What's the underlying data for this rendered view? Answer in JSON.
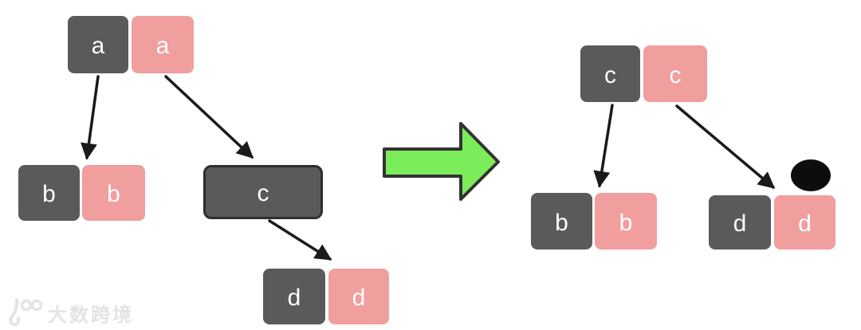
{
  "diagram": {
    "description": "tree transformation diagram",
    "left": {
      "a_dark": "a",
      "a_pink": "a",
      "b_dark": "b",
      "b_pink": "b",
      "c": "c",
      "d_dark": "d",
      "d_pink": "d",
      "edges": [
        "a->b",
        "a->c",
        "c->d"
      ]
    },
    "right": {
      "c_dark": "c",
      "c_pink": "c",
      "b_dark": "b",
      "b_pink": "b",
      "d_dark": "d",
      "d_pink": "d",
      "edges": [
        "c->b",
        "c->d"
      ],
      "marker": {
        "type": "black-ellipse",
        "color": "#0d0d0d"
      }
    }
  },
  "colors": {
    "node_dark": "#5a5a5a",
    "node_pink": "#f19e9e",
    "node_border": "#2e2e2e",
    "arrow": "#1a1a1a",
    "transform_arrow_fill": "#7bed5b",
    "transform_arrow_border": "#333333",
    "watermark": "#e3e3e3"
  },
  "watermark": {
    "logo": "100",
    "text": "大数跨境"
  }
}
